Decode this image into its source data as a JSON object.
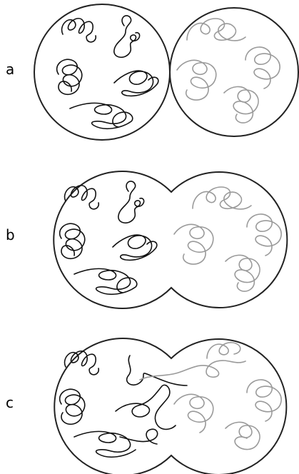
{
  "panels": [
    {
      "label": "a"
    },
    {
      "label": "b"
    },
    {
      "label": "c"
    }
  ],
  "colors": {
    "dark_chain": "#111111",
    "light_chain": "#9a9a9a",
    "outline": "#222222",
    "background": "#ffffff"
  }
}
